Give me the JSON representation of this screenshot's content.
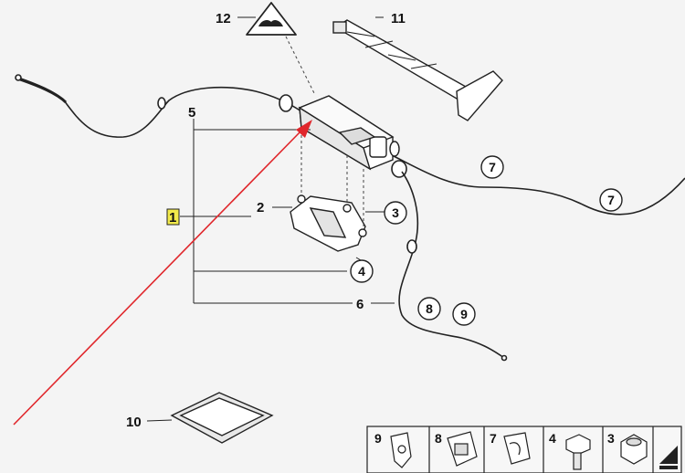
{
  "callouts": {
    "c1": "1",
    "c2": "2",
    "c3": "3",
    "c4": "4",
    "c5": "5",
    "c6": "6",
    "c7a": "7",
    "c7b": "7",
    "c8": "8",
    "c9": "9",
    "c10": "10",
    "c11": "11",
    "c12": "12"
  },
  "legend": {
    "items": [
      {
        "num": "9",
        "part": "cable-clip"
      },
      {
        "num": "8",
        "part": "cable-holder"
      },
      {
        "num": "7",
        "part": "spring-clip"
      },
      {
        "num": "4",
        "part": "hex-bolt"
      },
      {
        "num": "3",
        "part": "hex-nut"
      }
    ]
  },
  "colors": {
    "line": "#111111",
    "arrow": "#e0262b",
    "highlight": "#f2ea4a",
    "background": "#f4f4f4"
  }
}
